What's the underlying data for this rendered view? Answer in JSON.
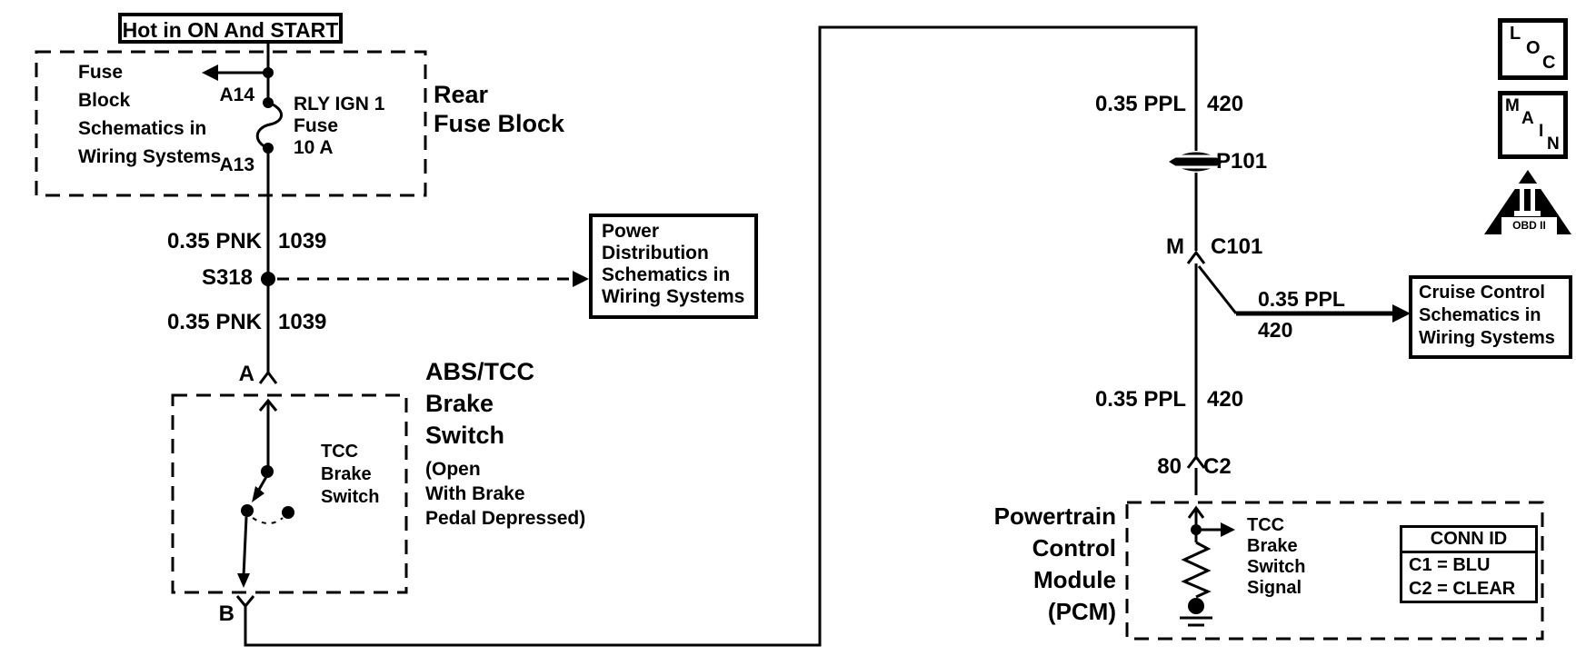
{
  "header_note": "Hot in ON And START",
  "rear_fuse_block": {
    "title": "Rear\nFuse Block",
    "note": "Fuse\nBlock\nSchematics in\nWiring Systems",
    "terminal_top": "A14",
    "terminal_bottom": "A13",
    "fuse_label": "RLY IGN 1\nFuse\n10 A"
  },
  "left_circuit": {
    "wire_upper_gauge": "0.35 PNK",
    "wire_upper_circuit": "1039",
    "splice": "S318",
    "wire_lower_gauge": "0.35 PNK",
    "wire_lower_circuit": "1039",
    "power_dist_note": "Power\nDistribution\nSchematics in\nWiring Systems",
    "terminal_a": "A",
    "terminal_b": "B"
  },
  "abs_tcc_switch": {
    "title": "ABS/TCC\nBrake\nSwitch",
    "subtitle": "(Open\nWith Brake\nPedal Depressed)",
    "inner_label": "TCC\nBrake\nSwitch"
  },
  "right_circuit": {
    "wire_top_gauge": "0.35 PPL",
    "wire_top_circuit": "420",
    "grommet": "P101",
    "c101_pin": "M",
    "c101_name": "C101",
    "branch_gauge": "0.35 PPL",
    "branch_circuit": "420",
    "cruise_note": "Cruise Control\nSchematics in\nWiring Systems",
    "wire_bottom_gauge": "0.35 PPL",
    "wire_bottom_circuit": "420",
    "c2_pin": "80",
    "c2_name": "C2"
  },
  "pcm": {
    "title": "Powertrain\nControl\nModule\n(PCM)",
    "signal_label": "TCC\nBrake\nSwitch\nSignal",
    "conn_id": {
      "header": "CONN ID",
      "rows": [
        "C1 = BLU",
        "C2 = CLEAR"
      ]
    }
  },
  "badges": {
    "loc": {
      "letters": [
        "L",
        "O",
        "C"
      ]
    },
    "main": {
      "letters": [
        "M",
        "A",
        "I",
        "N"
      ]
    },
    "obd": {
      "label": "OBD II"
    }
  },
  "colors": {
    "line": "#000000",
    "background": "#ffffff"
  }
}
